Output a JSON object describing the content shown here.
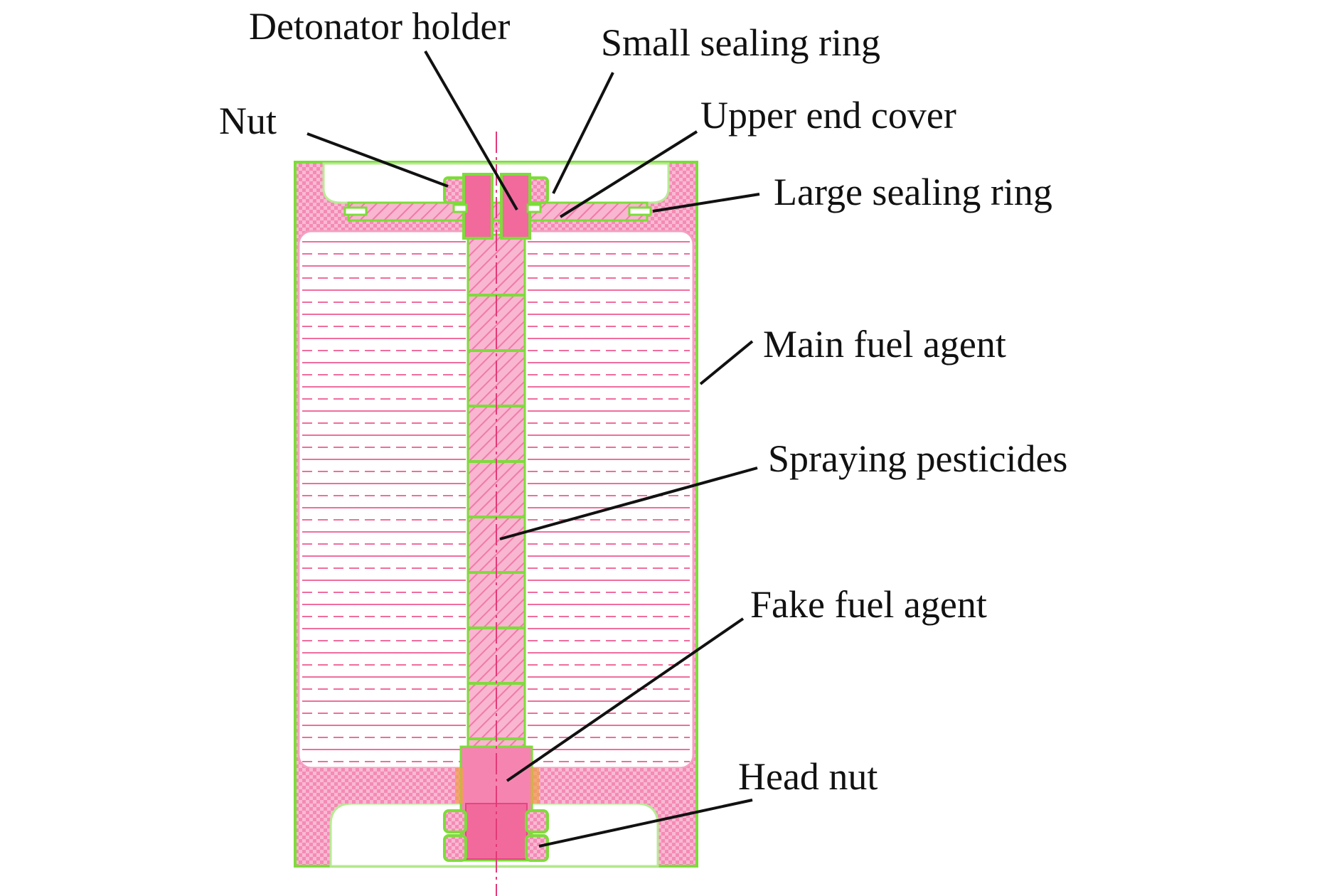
{
  "labels": {
    "detonator_holder": "Detonator holder",
    "small_sealing_ring": "Small sealing ring",
    "nut": "Nut",
    "upper_end_cover": "Upper end cover",
    "large_sealing_ring": "Large sealing ring",
    "main_fuel_agent": "Main fuel agent",
    "spraying_pesticides": "Spraying pesticides",
    "fake_fuel_agent": "Fake fuel agent",
    "head_nut": "Head nut"
  },
  "colors": {
    "body_fill": "#f7a8c8",
    "body_hatch": "#f48bb5",
    "core_fill": "#f26a9c",
    "outline_green": "#7ddc3a",
    "stripe": "#f06d9e",
    "centerline": "#e23a78",
    "text": "#111111",
    "hatch_orange": "#f0a14a"
  }
}
